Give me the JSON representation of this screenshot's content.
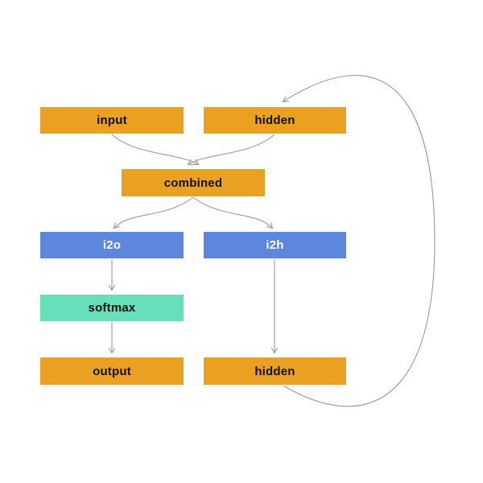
{
  "diagram": {
    "kind": "rnn-architecture-flowchart",
    "background_color": "#ffffff",
    "edge_color": "#999999",
    "nodes": {
      "input": {
        "label": "input",
        "color": "#EAA121",
        "text_color": "#111111"
      },
      "hidden_top": {
        "label": "hidden",
        "color": "#EAA121",
        "text_color": "#111111"
      },
      "combined": {
        "label": "combined",
        "color": "#EAA121",
        "text_color": "#111111"
      },
      "i2o": {
        "label": "i2o",
        "color": "#5C87DC",
        "text_color": "#ffffff"
      },
      "i2h": {
        "label": "i2h",
        "color": "#5C87DC",
        "text_color": "#ffffff"
      },
      "softmax": {
        "label": "softmax",
        "color": "#67DFBA",
        "text_color": "#111111"
      },
      "output": {
        "label": "output",
        "color": "#EAA121",
        "text_color": "#111111"
      },
      "hidden_bottom": {
        "label": "hidden",
        "color": "#EAA121",
        "text_color": "#111111"
      }
    },
    "edges": [
      {
        "from": "input",
        "to": "combined"
      },
      {
        "from": "hidden_top",
        "to": "combined"
      },
      {
        "from": "combined",
        "to": "i2o"
      },
      {
        "from": "combined",
        "to": "i2h"
      },
      {
        "from": "i2o",
        "to": "softmax"
      },
      {
        "from": "softmax",
        "to": "output"
      },
      {
        "from": "i2h",
        "to": "hidden_bottom"
      },
      {
        "from": "hidden_bottom",
        "to": "hidden_top",
        "type": "recurrent-loop"
      }
    ]
  }
}
